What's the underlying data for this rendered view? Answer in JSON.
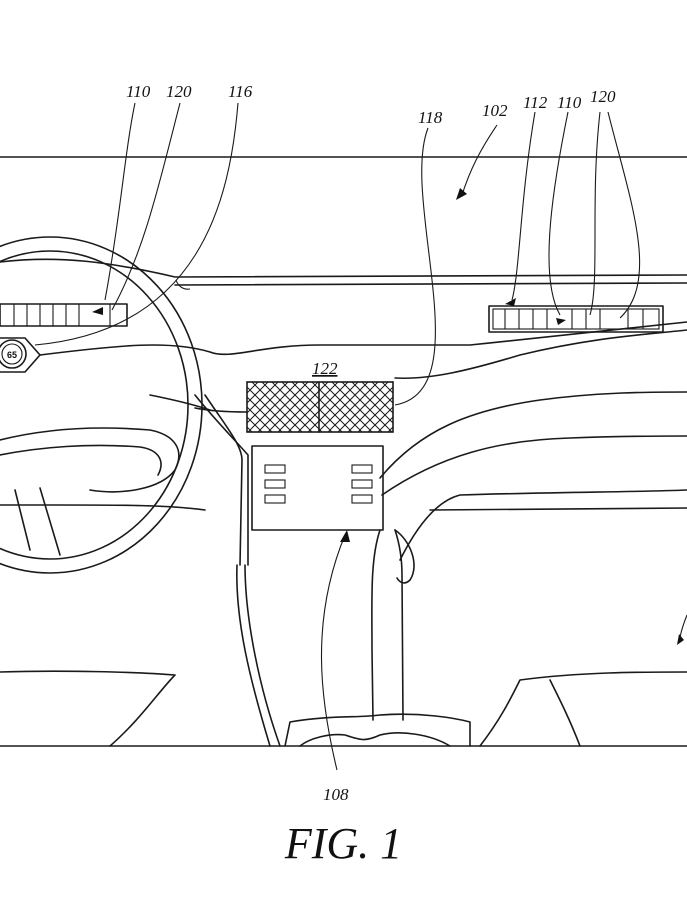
{
  "figure": {
    "caption": "FIG. 1",
    "speedometer_value": "65",
    "reference_numerals": {
      "n110_left": "110",
      "n120_left": "120",
      "n116": "116",
      "n118": "118",
      "n102": "102",
      "n112": "112",
      "n110_right": "110",
      "n120_right": "120",
      "n122": "122",
      "n108": "108"
    }
  }
}
